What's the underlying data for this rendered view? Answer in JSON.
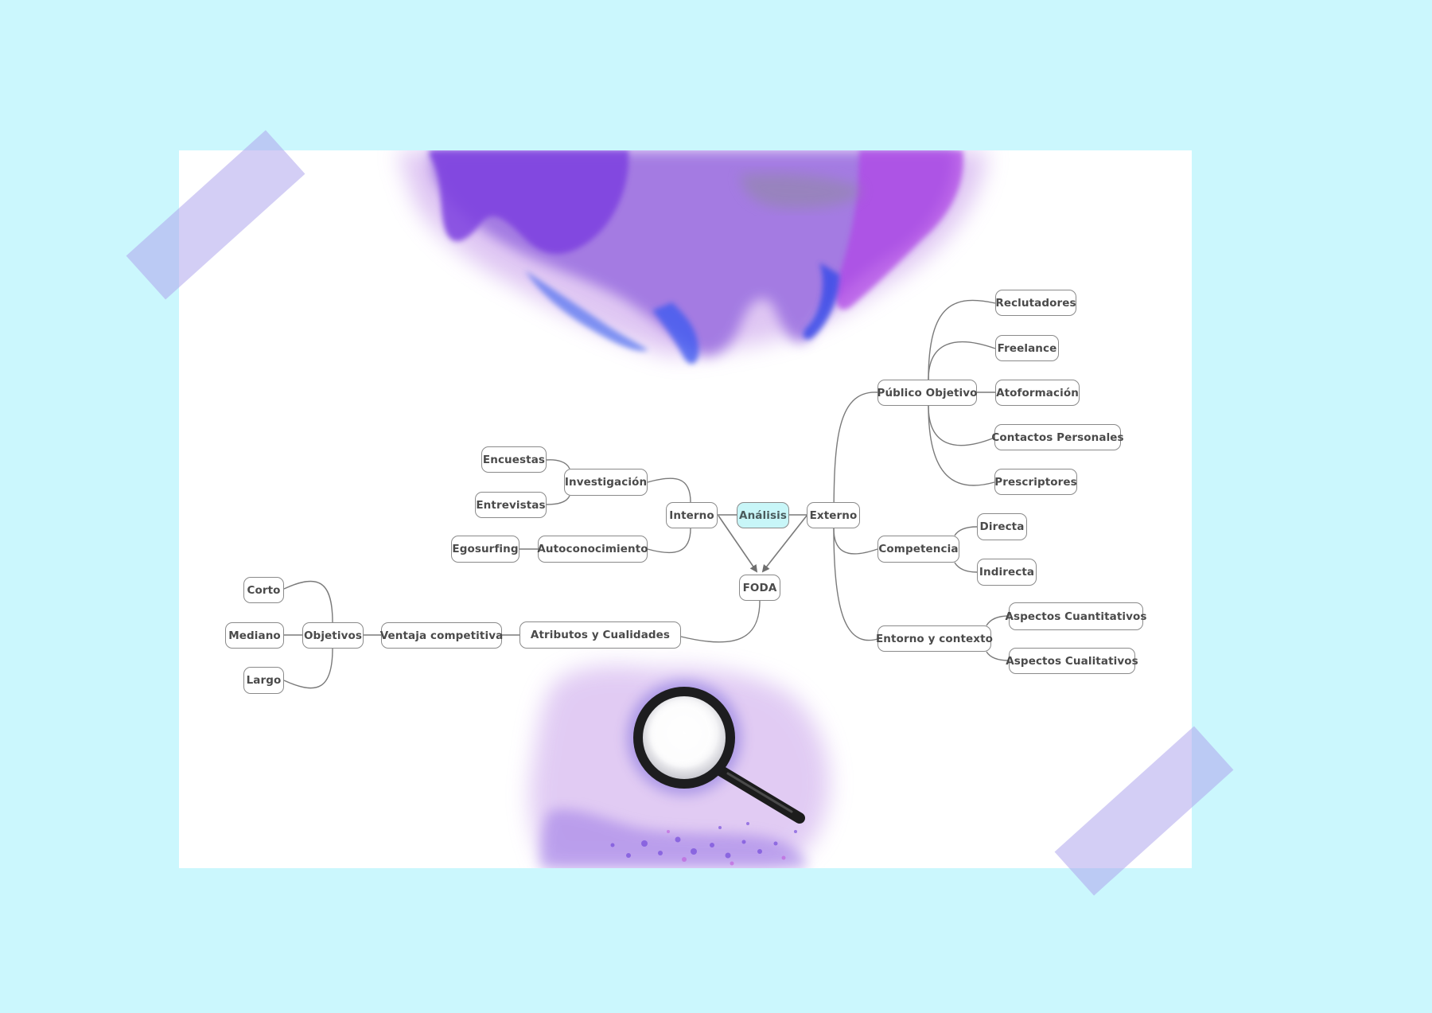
{
  "background_color": "#cbf7fd",
  "paper_color": "#ffffff",
  "tape_color": "rgba(174,166,236,0.55)",
  "node_border_color": "#8a8a8a",
  "node_text_color": "#4a4a4a",
  "central_node_fill": "#c8f6f8",
  "connector_color": "#7a7a7a",
  "decorations": {
    "top_splash": "purple-blue-ink-splash",
    "bottom_illustration": "magnifying-glass-icon",
    "tapes": [
      "tape-top-left",
      "tape-bottom-right"
    ]
  },
  "mindmap": {
    "central": {
      "label": "Análisis"
    },
    "interno": {
      "label": "Interno",
      "children": {
        "investigacion": {
          "label": "Investigación",
          "children": [
            {
              "label": "Encuestas"
            },
            {
              "label": "Entrevistas"
            }
          ]
        },
        "autoconocimiento": {
          "label": "Autoconocimiento",
          "children": [
            {
              "label": "Egosurfing"
            }
          ]
        }
      }
    },
    "externo": {
      "label": "Externo",
      "children": {
        "publico": {
          "label": "Público Objetivo",
          "children": [
            {
              "label": "Reclutadores"
            },
            {
              "label": "Freelance"
            },
            {
              "label": "Atoformación"
            },
            {
              "label": "Contactos Personales"
            },
            {
              "label": "Prescriptores"
            }
          ]
        },
        "competencia": {
          "label": "Competencia",
          "children": [
            {
              "label": "Directa"
            },
            {
              "label": "Indirecta"
            }
          ]
        },
        "entorno": {
          "label": "Entorno y contexto",
          "children": [
            {
              "label": "Aspectos Cuantitativos"
            },
            {
              "label": "Aspectos Cualitativos"
            }
          ]
        }
      }
    },
    "foda": {
      "label": "FODA",
      "children": {
        "atributos": {
          "label": "Atributos y Cualidades",
          "children": {
            "ventaja": {
              "label": "Ventaja competitiva",
              "children": {
                "objetivos": {
                  "label": "Objetivos",
                  "children": [
                    {
                      "label": "Corto"
                    },
                    {
                      "label": "Mediano"
                    },
                    {
                      "label": "Largo"
                    }
                  ]
                }
              }
            }
          }
        }
      }
    }
  }
}
